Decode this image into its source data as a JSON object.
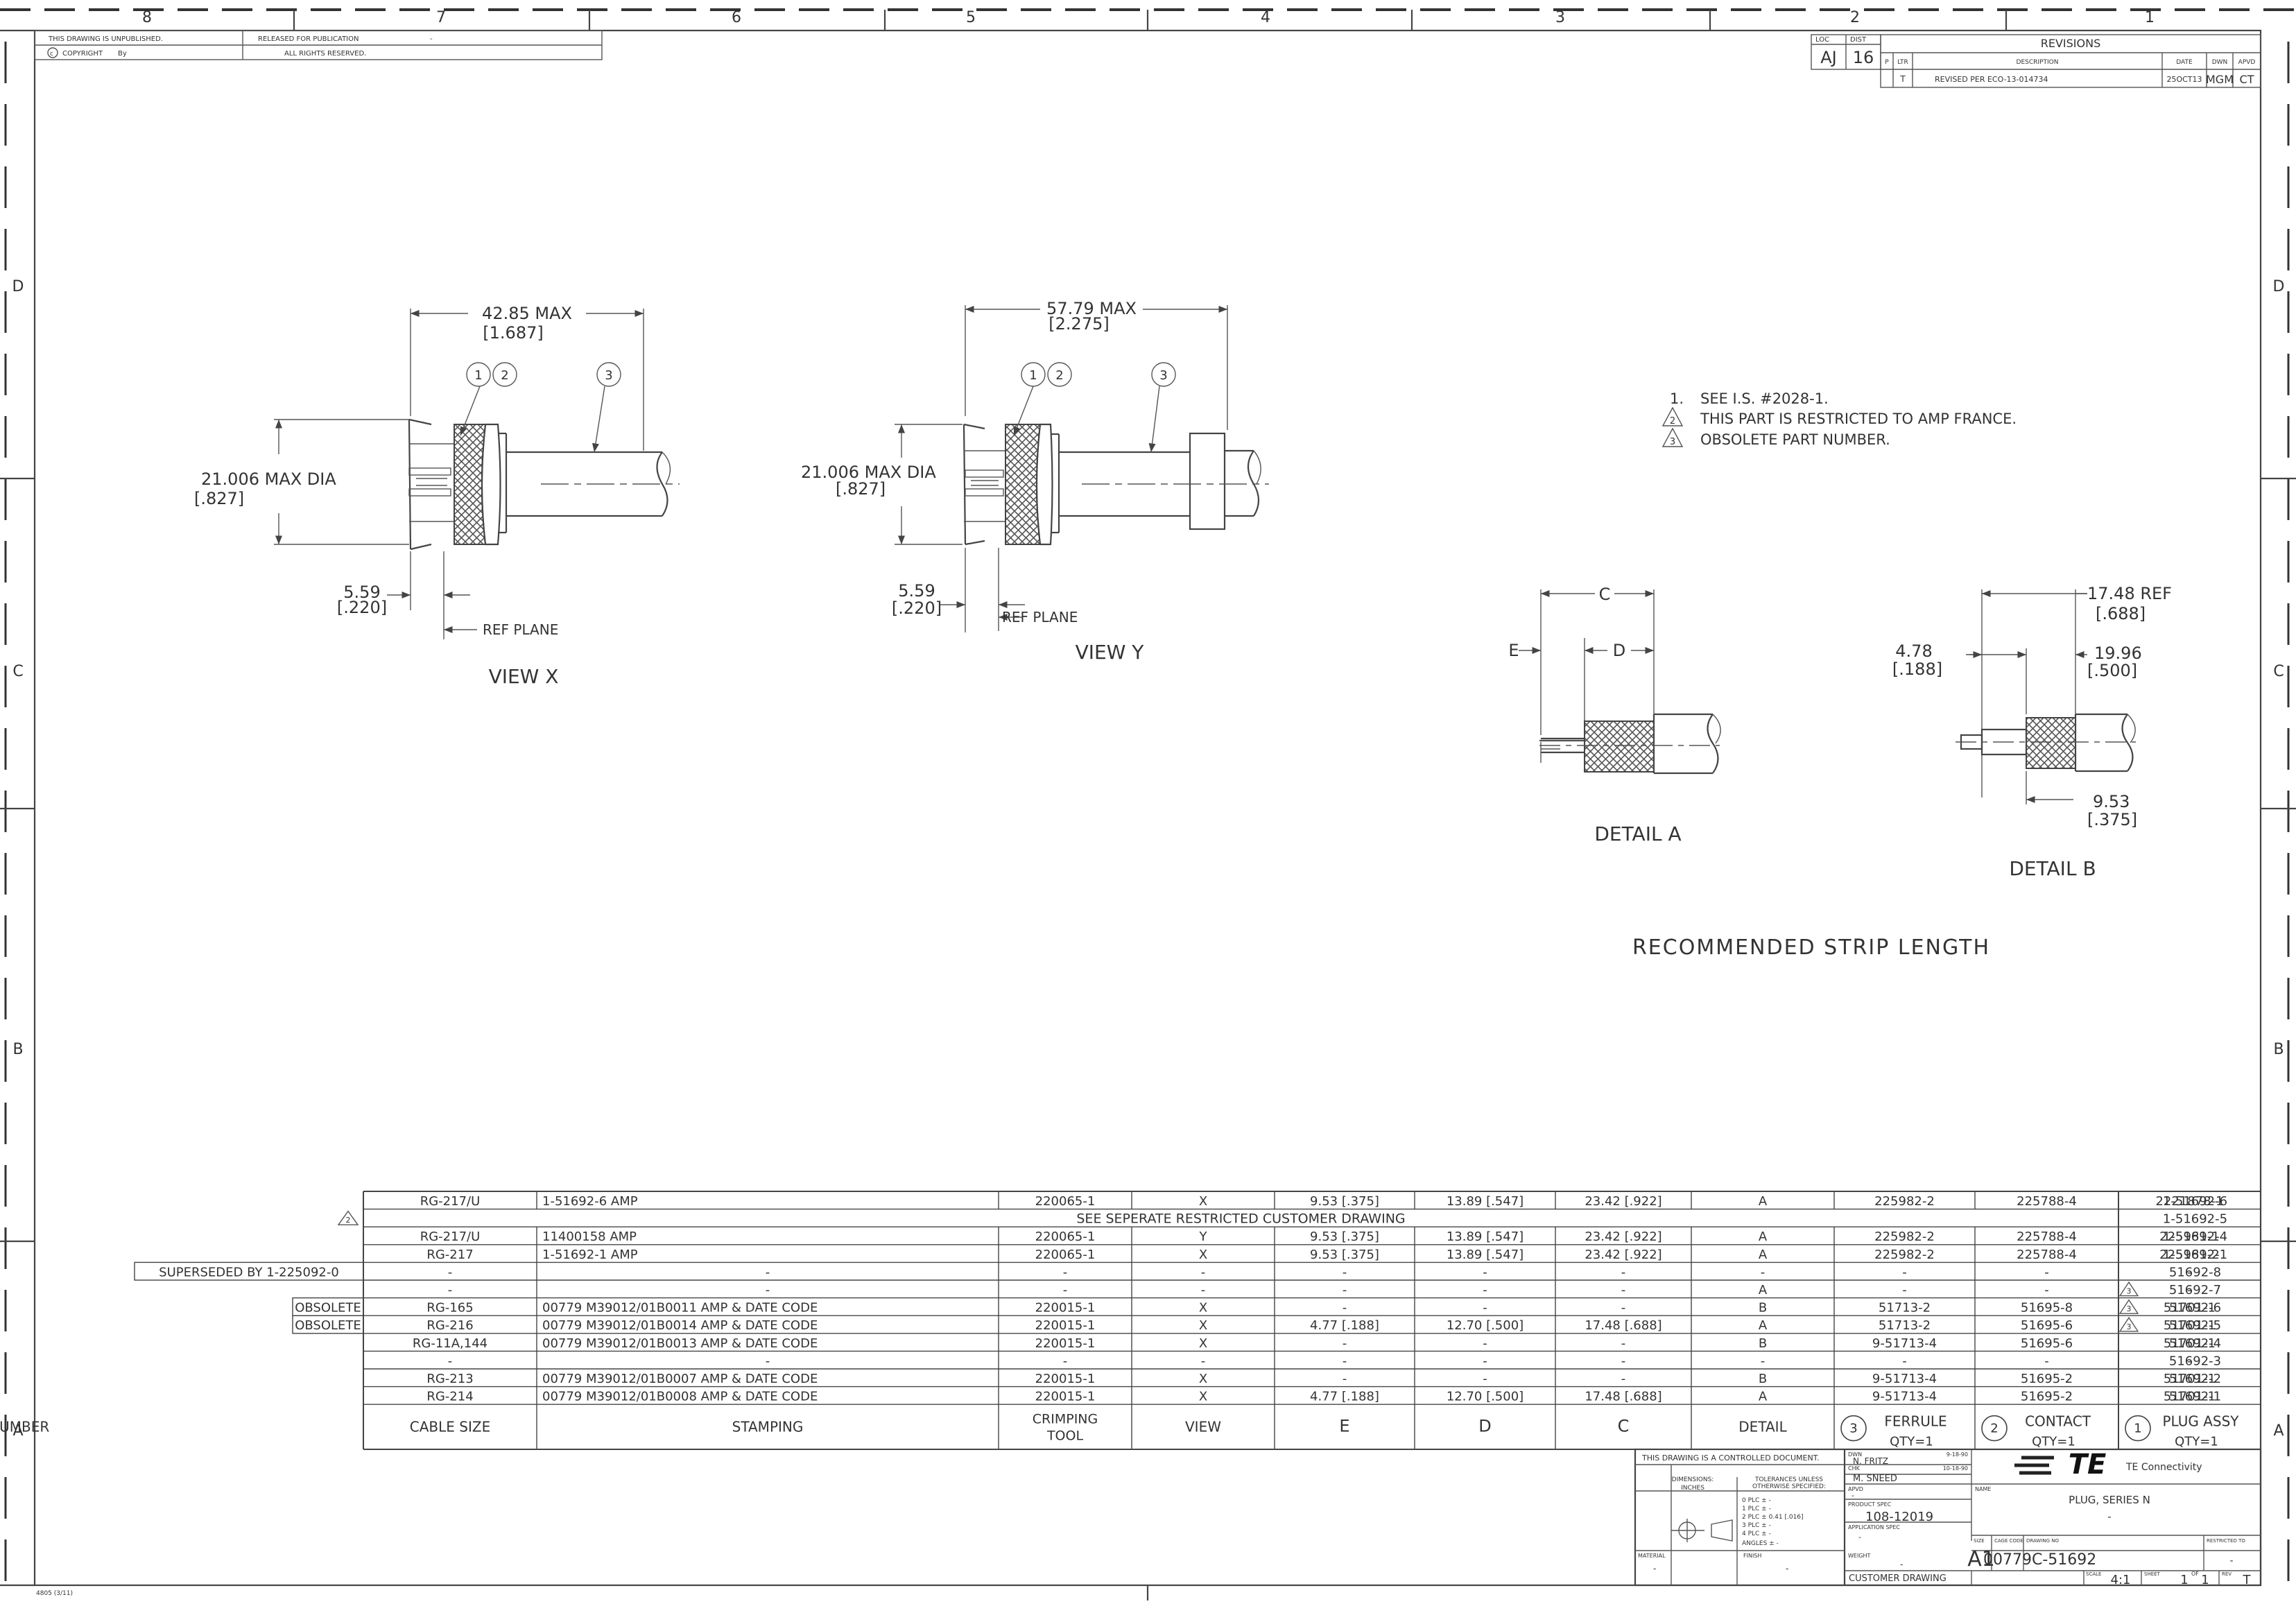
{
  "zones": {
    "top": [
      "8",
      "7",
      "6",
      "5",
      "4",
      "3",
      "2",
      "1"
    ],
    "side": [
      "D",
      "C",
      "B",
      "A"
    ]
  },
  "top_left_block": {
    "unpublished": "THIS DRAWING IS UNPUBLISHED.",
    "released": "RELEASED FOR PUBLICATION",
    "copyright": "COPYRIGHT",
    "by": "By",
    "rights": "ALL RIGHTS RESERVED.",
    "dash": "-"
  },
  "revisions": {
    "title": "REVISIONS",
    "loc_label": "LOC",
    "dist_label": "DIST",
    "loc": "AJ",
    "dist": "16",
    "headers": {
      "p": "P",
      "ltr": "LTR",
      "desc": "DESCRIPTION",
      "date": "DATE",
      "dwn": "DWN",
      "apvd": "APVD"
    },
    "row": {
      "ltr": "T",
      "desc": "REVISED PER ECO-13-014734",
      "date": "25OCT13",
      "dwn": "MGM",
      "apvd": "CT"
    }
  },
  "view_x": {
    "title": "VIEW X",
    "overall_mm": "42.85 MAX",
    "overall_in": "[1.687]",
    "dia_mm": "21.006 MAX DIA",
    "dia_in": "[.827]",
    "ref_mm": "5.59",
    "ref_in": "[.220]",
    "ref_plane": "REF PLANE",
    "balloons": [
      "1",
      "2",
      "3"
    ]
  },
  "view_y": {
    "title": "VIEW Y",
    "overall_mm": "57.79 MAX",
    "overall_in": "[2.275]",
    "dia_mm": "21.006 MAX DIA",
    "dia_in": "[.827]",
    "ref_mm": "5.59",
    "ref_in": "[.220]",
    "ref_plane": "REF PLANE",
    "balloons": [
      "1",
      "2",
      "3"
    ]
  },
  "notes": {
    "n1_num": "1.",
    "n1": "SEE I.S. #2028-1.",
    "n2_num": "2",
    "n2": "THIS PART IS RESTRICTED TO AMP FRANCE.",
    "n3_num": "3",
    "n3": "OBSOLETE PART NUMBER."
  },
  "detail_a": {
    "title": "DETAIL A",
    "c": "C",
    "d": "D",
    "e": "E"
  },
  "detail_b": {
    "title": "DETAIL B",
    "ref_mm": "17.48 REF",
    "ref_in": "[.688]",
    "mid_mm": "19.96",
    "mid_in": "[.500]",
    "left_mm": "4.78",
    "left_in": "[.188]",
    "bot_mm": "9.53",
    "bot_in": "[.375]"
  },
  "strip_title": "RECOMMENDED STRIP LENGTH",
  "table": {
    "headers": {
      "cable": "CABLE SIZE",
      "stamping": "STAMPING",
      "crimp1": "CRIMPING",
      "crimp2": "TOOL",
      "view": "VIEW",
      "e": "E",
      "d": "D",
      "c": "C",
      "detail": "DETAIL",
      "ferrule": "FERRULE",
      "ferrule_num": "3",
      "contact": "CONTACT",
      "contact_num": "2",
      "plug": "PLUG ASSY",
      "plug_num": "1",
      "qty": "QTY=1",
      "part": "PART NUMBER"
    },
    "rows": [
      {
        "left": "",
        "cable": "RG-217/U",
        "stamping": "1-51692-6 AMP",
        "tool": "220065-1",
        "view": "X",
        "e": "9.53 [.375]",
        "d": "13.89 [.547]",
        "c": "23.42 [.922]",
        "detail": "A",
        "ferrule": "225982-2",
        "contact": "225788-4",
        "plug": "2221878-1",
        "part": "1-51692-6"
      },
      {
        "left": "",
        "span": "SEE SEPERATE RESTRICTED CUSTOMER DRAWING",
        "part": "1-51692-5"
      },
      {
        "left": "",
        "cable": "RG-217/U",
        "stamping": "11400158 AMP",
        "tool": "220065-1",
        "view": "Y",
        "e": "9.53 [.375]",
        "d": "13.89 [.547]",
        "c": "23.42 [.922]",
        "detail": "A",
        "ferrule": "225982-2",
        "contact": "225788-4",
        "plug": "225981-1",
        "part": "1-51692-4"
      },
      {
        "left": "",
        "cable": "RG-217",
        "stamping": "1-51692-1 AMP",
        "tool": "220065-1",
        "view": "X",
        "e": "9.53 [.375]",
        "d": "13.89 [.547]",
        "c": "23.42 [.922]",
        "detail": "A",
        "ferrule": "225982-2",
        "contact": "225788-4",
        "plug": "225981-2",
        "part": "1-51692-1"
      },
      {
        "left": "SUPERSEDED BY 1-225092-0",
        "cable": "-",
        "stamping": "-",
        "tool": "-",
        "view": "-",
        "e": "-",
        "d": "-",
        "c": "-",
        "detail": "-",
        "ferrule": "-",
        "contact": "-",
        "plug": "-",
        "part": "51692-8"
      },
      {
        "left": "",
        "cable": "-",
        "stamping": "-",
        "tool": "-",
        "view": "-",
        "e": "-",
        "d": "-",
        "c": "-",
        "detail": "A",
        "ferrule": "-",
        "contact": "-",
        "plug": "-",
        "part": "51692-7"
      },
      {
        "left": "OBSOLETE",
        "cable": "RG-165",
        "stamping": "00779 M39012/01B0011  AMP & DATE CODE",
        "tool": "220015-1",
        "view": "X",
        "e": "-",
        "d": "-",
        "c": "-",
        "detail": "B",
        "ferrule": "51713-2",
        "contact": "51695-8",
        "plug": "51701-1",
        "part": "51692-6"
      },
      {
        "left": "OBSOLETE",
        "cable": "RG-216",
        "stamping": "00779 M39012/01B0014  AMP & DATE CODE",
        "tool": "220015-1",
        "view": "X",
        "e": "4.77 [.188]",
        "d": "12.70 [.500]",
        "c": "17.48 [.688]",
        "detail": "A",
        "ferrule": "51713-2",
        "contact": "51695-6",
        "plug": "51701-1",
        "part": "51692-5"
      },
      {
        "left": "",
        "cable": "RG-11A,144",
        "stamping": "00779 M39012/01B0013  AMP & DATE CODE",
        "tool": "220015-1",
        "view": "X",
        "e": "-",
        "d": "-",
        "c": "-",
        "detail": "B",
        "ferrule": "9-51713-4",
        "contact": "51695-6",
        "plug": "51701-1",
        "part": "51692-4"
      },
      {
        "left": "",
        "cable": "-",
        "stamping": "-",
        "tool": "-",
        "view": "-",
        "e": "-",
        "d": "-",
        "c": "-",
        "detail": "-",
        "ferrule": "-",
        "contact": "-",
        "plug": "-",
        "part": "51692-3"
      },
      {
        "left": "",
        "cable": "RG-213",
        "stamping": "00779 M39012/01B0007  AMP & DATE CODE",
        "tool": "220015-1",
        "view": "X",
        "e": "-",
        "d": "-",
        "c": "-",
        "detail": "B",
        "ferrule": "9-51713-4",
        "contact": "51695-2",
        "plug": "51701-1",
        "part": "51692-2"
      },
      {
        "left": "",
        "cable": "RG-214",
        "stamping": "00779 M39012/01B0008  AMP & DATE CODE",
        "tool": "220015-1",
        "view": "X",
        "e": "4.77 [.188]",
        "d": "12.70 [.500]",
        "c": "17.48 [.688]",
        "detail": "A",
        "ferrule": "9-51713-4",
        "contact": "51695-2",
        "plug": "51701-1",
        "part": "51692-1"
      }
    ]
  },
  "title_block": {
    "controlled": "THIS DRAWING IS A CONTROLLED DOCUMENT.",
    "dwn_label": "DWN",
    "dwn": "N. FRITZ",
    "dwn_date": "9-18-90",
    "chk_label": "CHK",
    "chk": "M. SNEED",
    "chk_date": "10-18-90",
    "apvd_label": "APVD",
    "apvd": "-",
    "dims": "DIMENSIONS:",
    "dims_unit": "INCHES",
    "tol1": "TOLERANCES UNLESS",
    "tol2": "OTHERWISE SPECIFIED:",
    "plc": [
      "0 PLC  ± -",
      "1 PLC  ± -",
      "2 PLC  ± 0.41 [.016]",
      "3 PLC  ± -",
      "4 PLC  ± -"
    ],
    "angles": "ANGLES  ± -",
    "material_label": "MATERIAL",
    "material": "-",
    "finish_label": "FINISH",
    "finish": "-",
    "product_spec_label": "PRODUCT SPEC",
    "product_spec": "108-12019",
    "app_spec_label": "APPLICATION SPEC",
    "app_spec": "-",
    "weight_label": "WEIGHT",
    "weight": "-",
    "customer": "CUSTOMER DRAWING",
    "company": "TE Connectivity",
    "logo": "TE",
    "name_label": "NAME",
    "name": "PLUG, SERIES N",
    "name_dash": "-",
    "size_label": "SIZE",
    "size": "A1",
    "cage_label": "CAGE CODE",
    "cage": "00779",
    "dwg_label": "DRAWING NO",
    "dwg": "C-51692",
    "restricted_label": "RESTRICTED TO",
    "restricted": "-",
    "scale_label": "SCALE",
    "scale": "4:1",
    "sheet_label": "SHEET",
    "sheet": "1",
    "of_label": "OF",
    "of": "1",
    "rev_label": "REV",
    "rev": "T"
  },
  "form_no": "4805 (3/11)"
}
